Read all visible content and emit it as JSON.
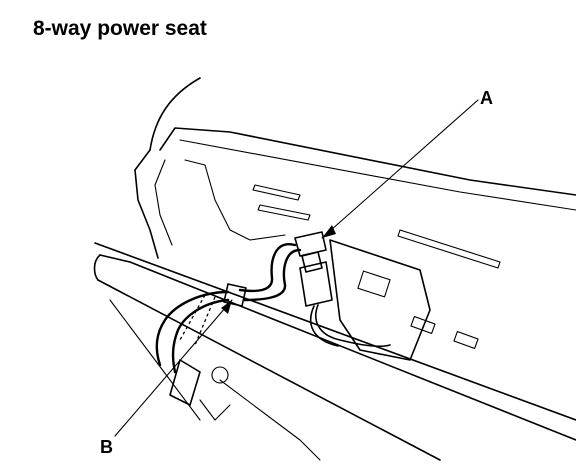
{
  "title": "8-way power seat",
  "callouts": {
    "a": "A",
    "b": "B"
  }
}
